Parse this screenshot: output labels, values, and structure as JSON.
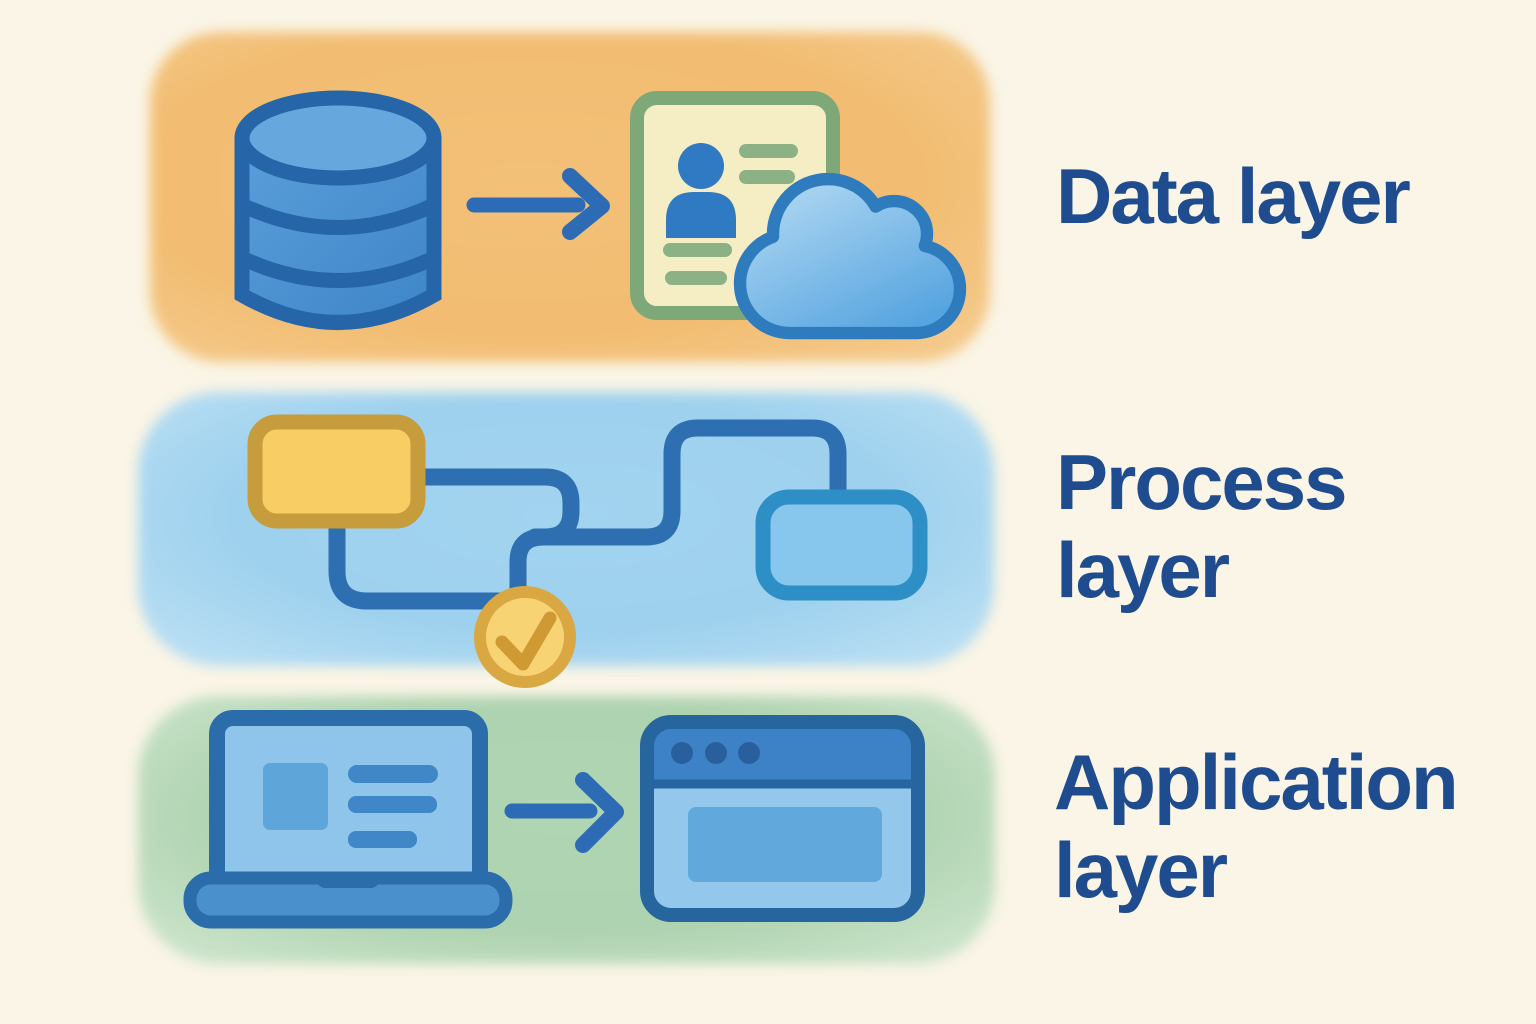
{
  "canvas": {
    "background": "#faf5e6"
  },
  "layers": [
    {
      "id": "data-layer",
      "label_line1": "Data layer",
      "label_line2": "",
      "band_color": "#f2bd72",
      "icons": [
        "database-icon",
        "arrow-right-icon",
        "user-card-icon",
        "cloud-icon"
      ]
    },
    {
      "id": "process-layer",
      "label_line1": "Process",
      "label_line2": "layer",
      "band_color": "#9ed1ee",
      "icons": [
        "task-box-icon",
        "flow-connector-lines",
        "process-node-icon",
        "check-circle-icon"
      ]
    },
    {
      "id": "application-layer",
      "label_line1": "Application",
      "label_line2": "layer",
      "band_color": "#aed3b0",
      "icons": [
        "laptop-icon",
        "arrow-right-icon",
        "browser-window-icon"
      ]
    }
  ],
  "palette": {
    "text": "#1e4c8f",
    "dark_blue_outline": "#2565a8",
    "flow_blue": "#2e6fb1",
    "icon_blue_fill": "#4a92d4",
    "light_blue_fill": "#8fc5ea",
    "yellow_fill": "#f8cd63",
    "yellow_border": "#c69c3c",
    "gold_badge": "#d9a843",
    "card_cream": "#f5eec5",
    "card_green_border": "#7fa878",
    "cloud_blue": "#57a5e0",
    "background": "#faf5e6"
  }
}
